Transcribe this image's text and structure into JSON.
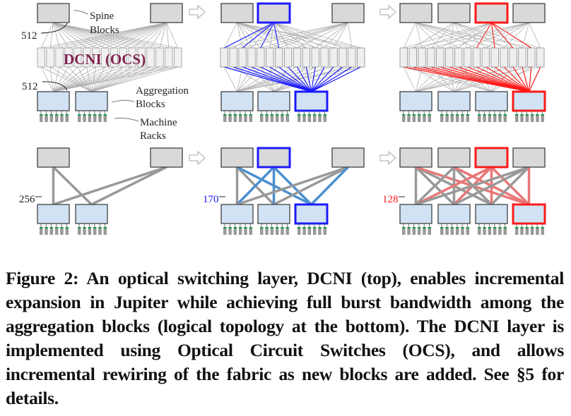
{
  "figure": {
    "labels": {
      "spine_blocks": [
        "Spine",
        "Blocks"
      ],
      "aggregation_blocks": [
        "Aggregation",
        "Blocks"
      ],
      "machine_racks": [
        "Machine",
        "Racks"
      ],
      "dcni": "DCNI (OCS)",
      "link_count_spine": "512",
      "link_count_agg": "512"
    },
    "colors": {
      "spine_fill": "#d9d9d9",
      "agg_fill": "#d0e2f3",
      "ocs_fill": "#efefef",
      "link_gray": "#b0b0b0",
      "blue": "#1a1aff",
      "logical_blue": "#4a8fd0",
      "red": "#ff1a1a",
      "logical_red": "#e87777",
      "dcni_text": "#7a1a4a",
      "rack_green": "#1a9a4a"
    },
    "panels": [
      {
        "name": "stage-1",
        "spines": 2,
        "aggs": 2,
        "highlight": null,
        "logical_links": "256"
      },
      {
        "name": "stage-2",
        "spines": 3,
        "aggs": 3,
        "highlight": "blue",
        "logical_links": "170"
      },
      {
        "name": "stage-3",
        "spines": 4,
        "aggs": 4,
        "highlight": "red",
        "logical_links": "128"
      }
    ],
    "ocs_count": 16
  },
  "caption": {
    "label": "Figure 2:",
    "text": "An optical switching layer, DCNI (top), enables incremental expansion in Jupiter while achieving full burst bandwidth among the aggregation blocks (logical topology at the bottom). The DCNI layer is implemented using Optical Circuit Switches (OCS), and allows incremental rewiring of the fabric as new blocks are added. See §5 for details."
  }
}
